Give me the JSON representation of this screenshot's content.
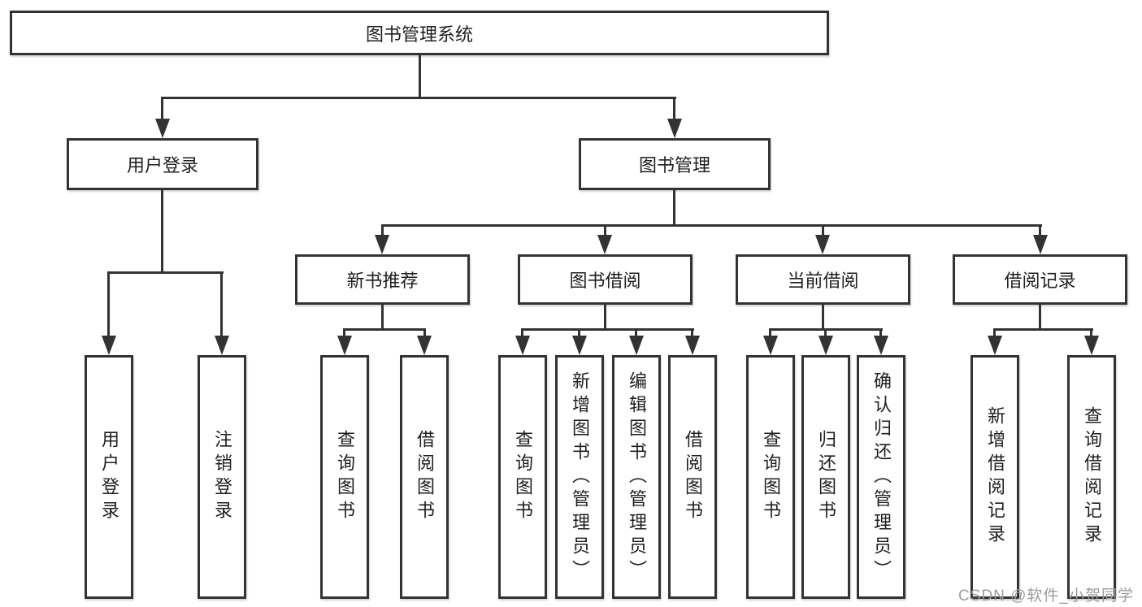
{
  "diagram": {
    "root": {
      "label": "图书管理系统"
    },
    "branches": [
      {
        "label": "用户登录",
        "leaves": [
          {
            "label": "用户登录"
          },
          {
            "label": "注销登录"
          }
        ]
      },
      {
        "label": "图书管理",
        "groups": [
          {
            "label": "新书推荐",
            "leaves": [
              {
                "label": "查询图书"
              },
              {
                "label": "借阅图书"
              }
            ]
          },
          {
            "label": "图书借阅",
            "leaves": [
              {
                "label": "查询图书"
              },
              {
                "label": "新增图书（管理员）"
              },
              {
                "label": "编辑图书（管理员）"
              },
              {
                "label": "借阅图书"
              }
            ]
          },
          {
            "label": "当前借阅",
            "leaves": [
              {
                "label": "查询图书"
              },
              {
                "label": "归还图书"
              },
              {
                "label": "确认归还（管理员）"
              }
            ]
          },
          {
            "label": "借阅记录",
            "leaves": [
              {
                "label": "新增借阅记录"
              },
              {
                "label": "查询借阅记录"
              }
            ]
          }
        ]
      }
    ]
  },
  "watermark": {
    "text": "CSDN @软件_小贺同学"
  },
  "colors": {
    "line": "#333333",
    "text": "#1f1f1f",
    "watermark": "#9c9c9c",
    "background": "#ffffff"
  }
}
